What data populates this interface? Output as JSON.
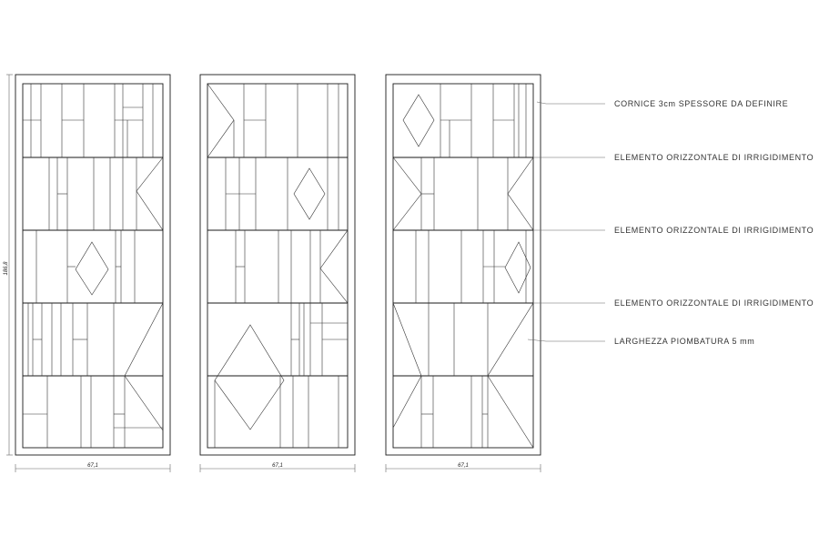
{
  "dimensions": {
    "width_label": "67,1",
    "height_label": "186,8"
  },
  "annotations": [
    {
      "id": "cornice",
      "text": "CORNICE 3cm SPESSORE DA DEFINIRE"
    },
    {
      "id": "rail1",
      "text": "ELEMENTO ORIZZONTALE DI IRRIGIDIMENTO"
    },
    {
      "id": "rail2",
      "text": "ELEMENTO ORIZZONTALE DI IRRIGIDIMENTO"
    },
    {
      "id": "rail3",
      "text": "ELEMENTO ORIZZONTALE DI IRRIGIDIMENTO"
    },
    {
      "id": "piombatura",
      "text": "LARGHEZZA PIOMBATURA 5 mm"
    }
  ],
  "colors": {
    "line": "#1a1a1a",
    "leader": "#666666",
    "background": "#ffffff"
  }
}
